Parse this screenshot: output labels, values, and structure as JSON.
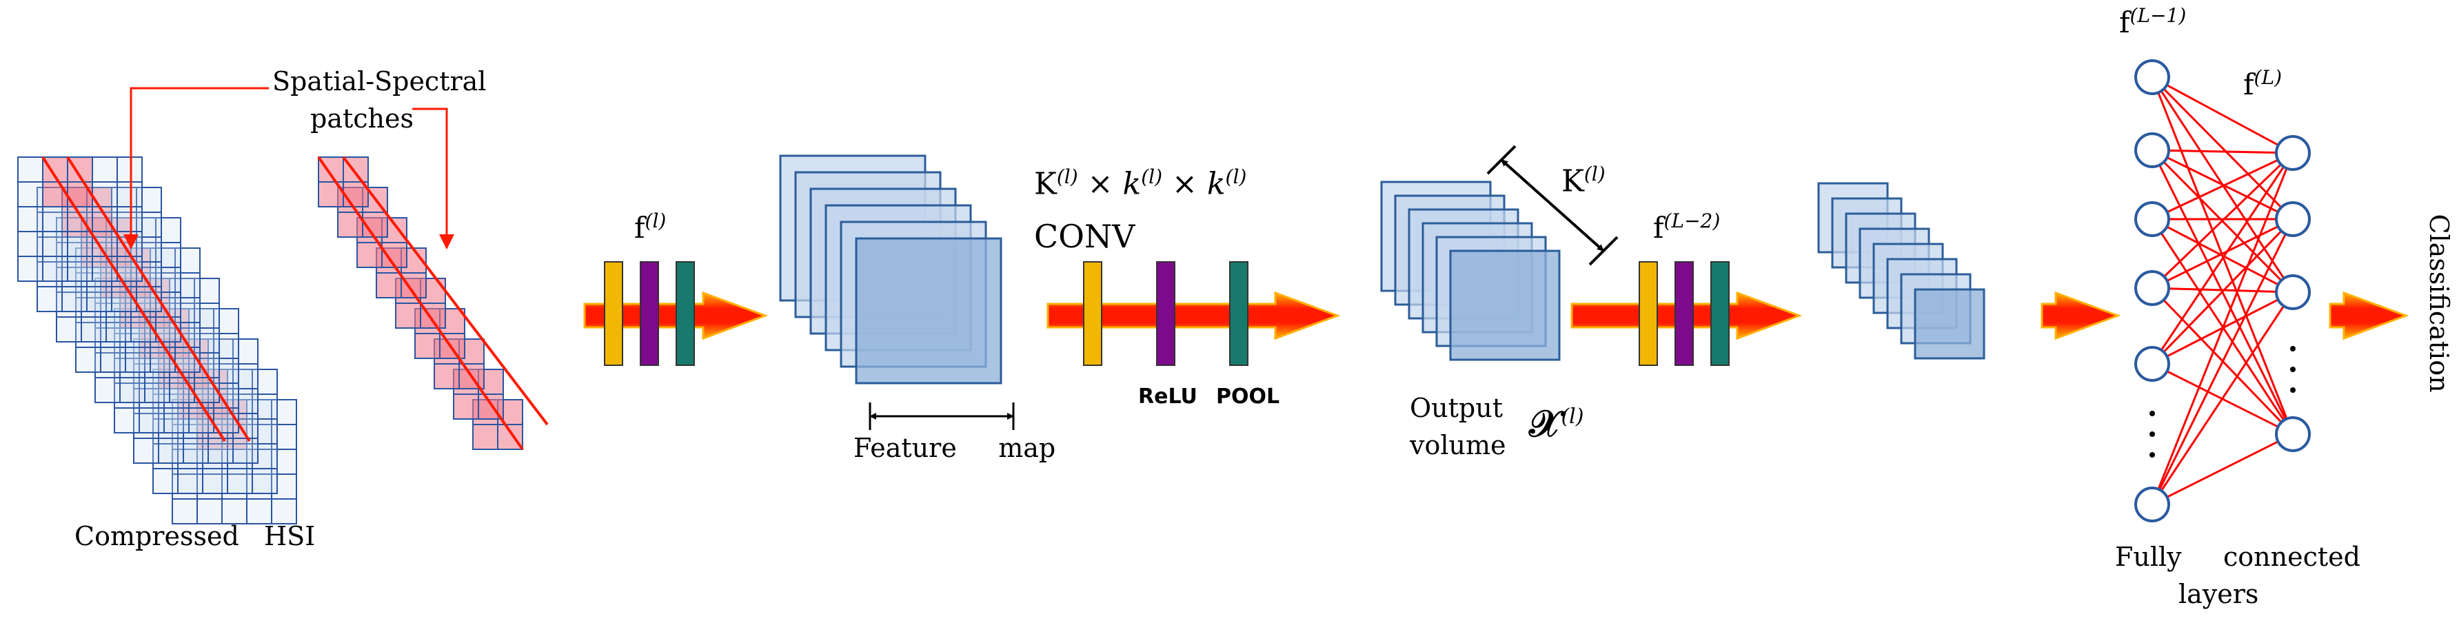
{
  "diagram": {
    "labels": {
      "patches_line1": "Spatial-Spectral",
      "patches_line2": "patches",
      "compressed_hsi": "Compressed   HSI",
      "f_l": "f",
      "f_l_sup": "(l)",
      "feature_map": "Feature     map",
      "kernel_K": "K",
      "kernel_sup": "(l)",
      "kernel_times1": " × ",
      "kernel_k1": "k",
      "kernel_k1_sup": "(l)",
      "kernel_times2": " × ",
      "kernel_k2": "k",
      "kernel_k2_sup": "(l)",
      "conv": "CONV",
      "relu": "ReLU",
      "pool": "POOL",
      "output_line1": "Output",
      "output_line2": "volume",
      "x_l": "𝒳",
      "x_l_sup": "(l)",
      "K_l": "K",
      "K_l_sup": "(l)",
      "f_L2": "f",
      "f_L2_sup": "(L−2)",
      "f_L1": "f",
      "f_L1_sup": "(L−1)",
      "f_L": "f",
      "f_L_sup": "(L)",
      "fc_line1": "Fully     connected",
      "fc_line2": "layers",
      "classification": "Classification"
    },
    "colors": {
      "arrow_red": "#ff1a00",
      "arrow_orange": "#ffb000",
      "fm_fill": "#c3d6ec",
      "fm_fill_dark": "#8eb0d8",
      "fm_stroke": "#2b5d9a",
      "grid_line": "#2a55a2",
      "patch_red": "#f07a8a",
      "bar_yellow": "#f2b705",
      "bar_purple": "#7d0a8a",
      "bar_teal": "#177a6d",
      "node_stroke": "#2a5aa0",
      "fc_edge": "#ff0000"
    },
    "icons": [
      "red-arrow-icon",
      "activation-bar-icon",
      "neuron-icon"
    ]
  }
}
